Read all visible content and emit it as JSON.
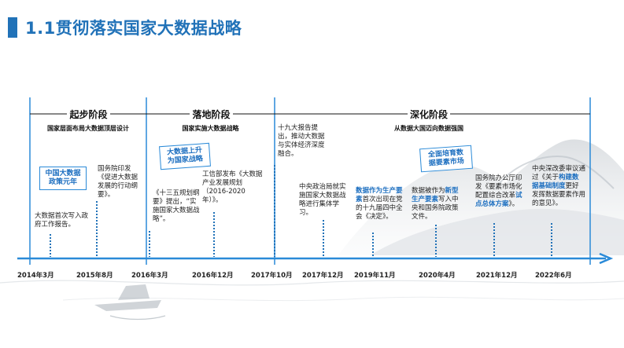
{
  "title": "1.1贯彻落实国家大数据战略",
  "colors": {
    "accent": "#2172b8",
    "callout": "#1d6fc0",
    "callout_border": "#2a8ad8",
    "axis": "#2a8ad8",
    "dots": "#2172b8"
  },
  "phases": [
    {
      "name": "起步阶段",
      "subtitle": "国家层面布局大数据顶层设计"
    },
    {
      "name": "落地阶段",
      "subtitle": "国家实施大数据战略"
    },
    {
      "name": "深化阶段",
      "subtitle": "从数据大国迈向数据强国"
    }
  ],
  "callouts": {
    "c1": "中国大数据\n政策元年",
    "c2": "大数据上升\n为国家战略",
    "c3": "全面培育数\n据要素市场"
  },
  "events": {
    "e1": "大数据首次写入政府工作报告。",
    "e2": "国务院印发《促进大数据发展的行动纲要》。",
    "e3": "《十三五规划纲要》提出，“实施国家大数据战略”。",
    "e4": "工信部发布《大数据产业发展规划（2016-2020年）》。",
    "e5": "十九大报告提出，推动大数据与实体经济深度融合。",
    "e6": "中央政治局就实施国家大数据战略进行集体学习。",
    "e7a": "数据作为生产要素",
    "e7b": "首次出现在党的十九届四中全会《决定》。",
    "e8a": "数据被作为",
    "e8b": "新型生产要素",
    "e8c": "写入中央和国务院政策文件。",
    "e9a": "国务院办公厅印发《要素市场化配置综合改革",
    "e9b": "试点总体方案",
    "e9c": "》。",
    "e10a": "中央深改委审议通过《关于",
    "e10b": "构建数据基础制度",
    "e10c": "更好发挥数据要素作用的意见》。"
  },
  "dates": [
    "2014年3月",
    "2015年8月",
    "2016年3月",
    "2016年12月",
    "2017年10月",
    "2017年12月",
    "2019年11月",
    "2020年4月",
    "2021年12月",
    "2022年6月"
  ]
}
